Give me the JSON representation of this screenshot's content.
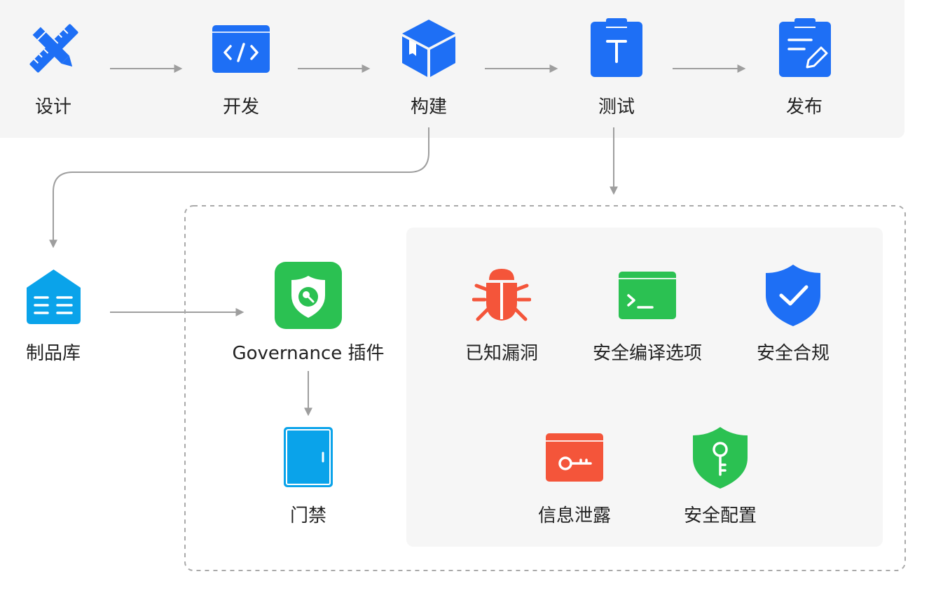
{
  "pipeline": {
    "stages": [
      {
        "label": "设计",
        "icon": "ruler-pencil-icon"
      },
      {
        "label": "开发",
        "icon": "code-window-icon"
      },
      {
        "label": "构建",
        "icon": "box-icon"
      },
      {
        "label": "测试",
        "icon": "test-clipboard-icon"
      },
      {
        "label": "发布",
        "icon": "release-clipboard-icon"
      }
    ]
  },
  "repository": {
    "label": "制品库",
    "icon": "warehouse-icon"
  },
  "plugin": {
    "label": "Governance 插件",
    "icon": "shield-scan-icon"
  },
  "gate": {
    "label": "门禁",
    "icon": "door-icon"
  },
  "checks": {
    "items": [
      {
        "label": "已知漏洞",
        "icon": "bug-icon"
      },
      {
        "label": "安全编译选项",
        "icon": "terminal-icon"
      },
      {
        "label": "安全合规",
        "icon": "shield-check-icon"
      },
      {
        "label": "信息泄露",
        "icon": "key-card-icon"
      },
      {
        "label": "安全配置",
        "icon": "shield-key-icon"
      }
    ]
  },
  "colors": {
    "primary_blue": "#1e6ff5",
    "light_blue": "#0aa3ea",
    "green": "#2bc152",
    "red": "#f4553a",
    "arrow": "#9e9e9e",
    "band": "#f5f5f5"
  }
}
